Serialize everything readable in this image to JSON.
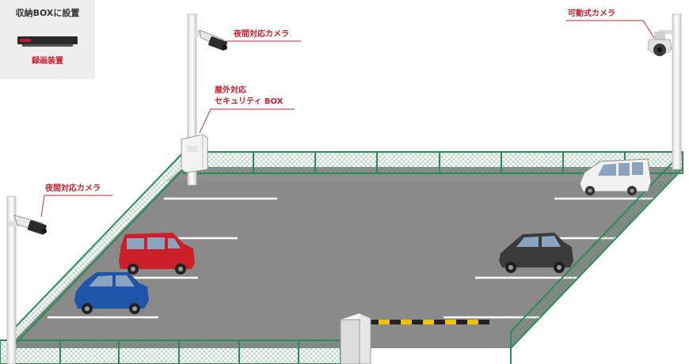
{
  "inset": {
    "title": "収納BOXに設置",
    "device_label": "録画装置"
  },
  "callouts": {
    "night_camera_top": "夜間対応カメラ",
    "outdoor_box_line1": "屋外対応",
    "outdoor_box_line2": "セキュリティ BOX",
    "ptz_camera": "可動式カメラ",
    "night_camera_left": "夜間対応カメラ"
  },
  "colors": {
    "callout": "#c81e2b",
    "fence": "#2e8b57",
    "asphalt": "#8a8a8a",
    "car_red": "#cc1f2a",
    "car_blue": "#1f55a8",
    "car_dark": "#3b3b3b",
    "van_white": "#f2f2f2"
  }
}
